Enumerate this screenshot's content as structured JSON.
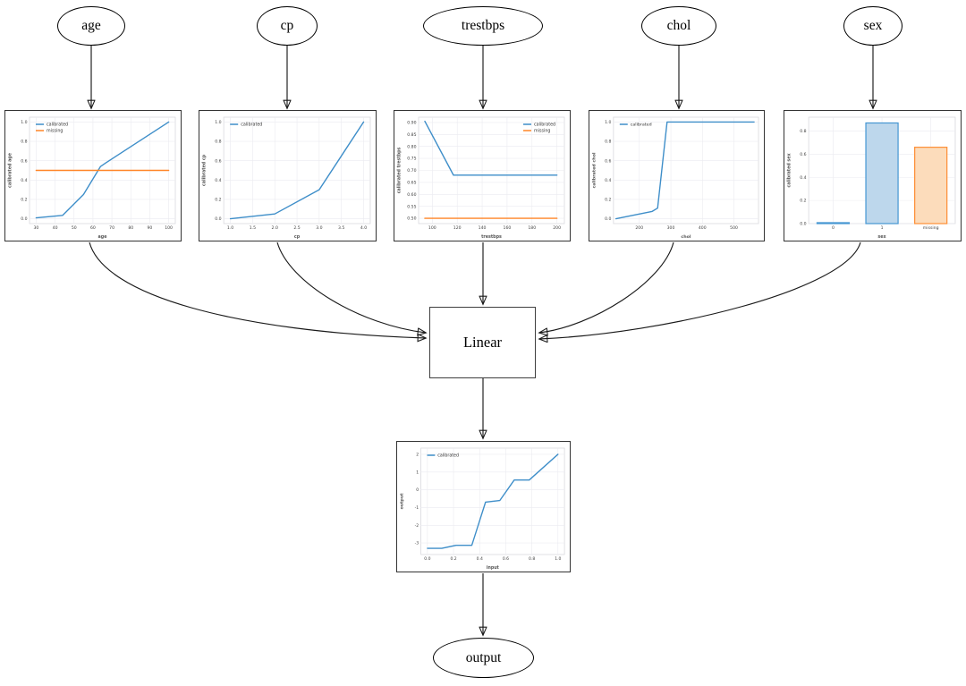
{
  "diagram": {
    "inputs": [
      {
        "label": "age"
      },
      {
        "label": "cp"
      },
      {
        "label": "trestbps"
      },
      {
        "label": "chol"
      },
      {
        "label": "sex"
      }
    ],
    "linear_label": "Linear",
    "output_label": "output"
  },
  "colors": {
    "calibrated": "#3e8ec9",
    "missing": "#ff8527",
    "bar_blue_fill": "#bdd7ec",
    "bar_blue_edge": "#4596d2",
    "bar_orange_fill": "#fcdcbb",
    "bar_orange_edge": "#fd8e35",
    "grid": "#ebebf0",
    "plot_frame": "#d9d9de",
    "tick_text": "#3f3f3f",
    "axis_label_text": "#555555"
  },
  "chart_data": [
    {
      "id": "age",
      "type": "line",
      "xlabel": "age",
      "ylabel": "calibrated age",
      "xlim": [
        26.5,
        103.5
      ],
      "ylim": [
        -0.05,
        1.05
      ],
      "xticks": [
        30,
        40,
        50,
        60,
        70,
        80,
        90,
        100
      ],
      "xtick_labels": [
        "30",
        "40",
        "50",
        "60",
        "70",
        "80",
        "90",
        "100"
      ],
      "yticks": [
        0,
        0.2,
        0.4,
        0.6,
        0.8,
        1.0
      ],
      "ytick_labels": [
        "0.0",
        "0.2",
        "0.4",
        "0.6",
        "0.8",
        "1.0"
      ],
      "legend": "top-left",
      "grid": true,
      "series": [
        {
          "name": "calibrated",
          "color": "calibrated",
          "x": [
            30,
            44,
            55,
            64,
            67,
            100
          ],
          "y": [
            0.01,
            0.035,
            0.25,
            0.54,
            0.58,
            1.0
          ]
        },
        {
          "name": "missing",
          "color": "missing",
          "x": [
            30,
            100
          ],
          "y": [
            0.5,
            0.5
          ]
        }
      ]
    },
    {
      "id": "cp",
      "type": "line",
      "xlabel": "cp",
      "ylabel": "calibrated cp",
      "xlim": [
        0.85,
        4.15
      ],
      "ylim": [
        -0.05,
        1.05
      ],
      "xticks": [
        1.0,
        1.5,
        2.0,
        2.5,
        3.0,
        3.5,
        4.0
      ],
      "xtick_labels": [
        "1.0",
        "1.5",
        "2.0",
        "2.5",
        "3.0",
        "3.5",
        "4.0"
      ],
      "yticks": [
        0,
        0.2,
        0.4,
        0.6,
        0.8,
        1.0
      ],
      "ytick_labels": [
        "0.0",
        "0.2",
        "0.4",
        "0.6",
        "0.8",
        "1.0"
      ],
      "legend": "top-left",
      "grid": true,
      "series": [
        {
          "name": "calibrated",
          "color": "calibrated",
          "x": [
            1,
            2,
            3,
            4
          ],
          "y": [
            0.0,
            0.05,
            0.3,
            1.0
          ]
        }
      ]
    },
    {
      "id": "trestbps",
      "type": "line",
      "xlabel": "trestbps",
      "ylabel": "calibrated trestbps",
      "xlim": [
        89,
        206
      ],
      "ylim": [
        0.478,
        0.922
      ],
      "xticks": [
        100,
        120,
        140,
        160,
        180,
        200
      ],
      "xtick_labels": [
        "100",
        "120",
        "140",
        "160",
        "180",
        "200"
      ],
      "yticks": [
        0.5,
        0.55,
        0.6,
        0.65,
        0.7,
        0.75,
        0.8,
        0.85,
        0.9
      ],
      "ytick_labels": [
        "0.50",
        "0.55",
        "0.60",
        "0.65",
        "0.70",
        "0.75",
        "0.80",
        "0.85",
        "0.90"
      ],
      "legend": "top-right",
      "grid": true,
      "series": [
        {
          "name": "calibrated",
          "color": "calibrated",
          "x": [
            94,
            117,
            200
          ],
          "y": [
            0.905,
            0.68,
            0.68
          ]
        },
        {
          "name": "missing",
          "color": "missing",
          "x": [
            94,
            200
          ],
          "y": [
            0.5,
            0.5
          ]
        }
      ]
    },
    {
      "id": "chol",
      "type": "line",
      "xlabel": "chol",
      "ylabel": "calibrated chol",
      "xlim": [
        118,
        578
      ],
      "ylim": [
        -0.05,
        1.05
      ],
      "xticks": [
        200,
        300,
        400,
        500
      ],
      "xtick_labels": [
        "200",
        "300",
        "400",
        "500"
      ],
      "yticks": [
        0,
        0.2,
        0.4,
        0.6,
        0.8,
        1.0
      ],
      "ytick_labels": [
        "0.0",
        "0.2",
        "0.4",
        "0.6",
        "0.8",
        "1.0"
      ],
      "legend": "top-left",
      "grid": true,
      "series": [
        {
          "name": "calibrated",
          "color": "calibrated",
          "x": [
            126,
            240,
            258,
            288,
            564
          ],
          "y": [
            0.0,
            0.075,
            0.11,
            1.0,
            1.0
          ]
        }
      ]
    },
    {
      "id": "sex",
      "type": "bar",
      "xlabel": "sex",
      "ylabel": "calibrated sex",
      "ylim": [
        0,
        0.92
      ],
      "categories": [
        "0",
        "1",
        "missing"
      ],
      "values": [
        0.008,
        0.87,
        0.66
      ],
      "bar_styles": [
        "blue",
        "blue",
        "orange"
      ],
      "yticks": [
        0,
        0.2,
        0.4,
        0.6,
        0.8
      ],
      "ytick_labels": [
        "0.0",
        "0.2",
        "0.4",
        "0.6",
        "0.8"
      ],
      "legend": null,
      "grid": true
    },
    {
      "id": "output",
      "type": "line",
      "xlabel": "input",
      "ylabel": "output",
      "xlim": [
        -0.05,
        1.05
      ],
      "ylim": [
        -3.65,
        2.35
      ],
      "xticks": [
        0.0,
        0.2,
        0.4,
        0.6,
        0.8,
        1.0
      ],
      "xtick_labels": [
        "0.0",
        "0.2",
        "0.4",
        "0.6",
        "0.8",
        "1.0"
      ],
      "yticks": [
        -3,
        -2,
        -1,
        0,
        1,
        2
      ],
      "ytick_labels": [
        "-3",
        "-2",
        "-1",
        "0",
        "1",
        "2"
      ],
      "legend": "top-left",
      "grid": true,
      "series": [
        {
          "name": "calibrated",
          "color": "calibrated",
          "x": [
            0.0,
            0.11,
            0.22,
            0.34,
            0.445,
            0.555,
            0.665,
            0.78,
            1.0
          ],
          "y": [
            -3.3,
            -3.3,
            -3.13,
            -3.13,
            -0.7,
            -0.6,
            0.55,
            0.55,
            2.0
          ]
        }
      ]
    }
  ]
}
